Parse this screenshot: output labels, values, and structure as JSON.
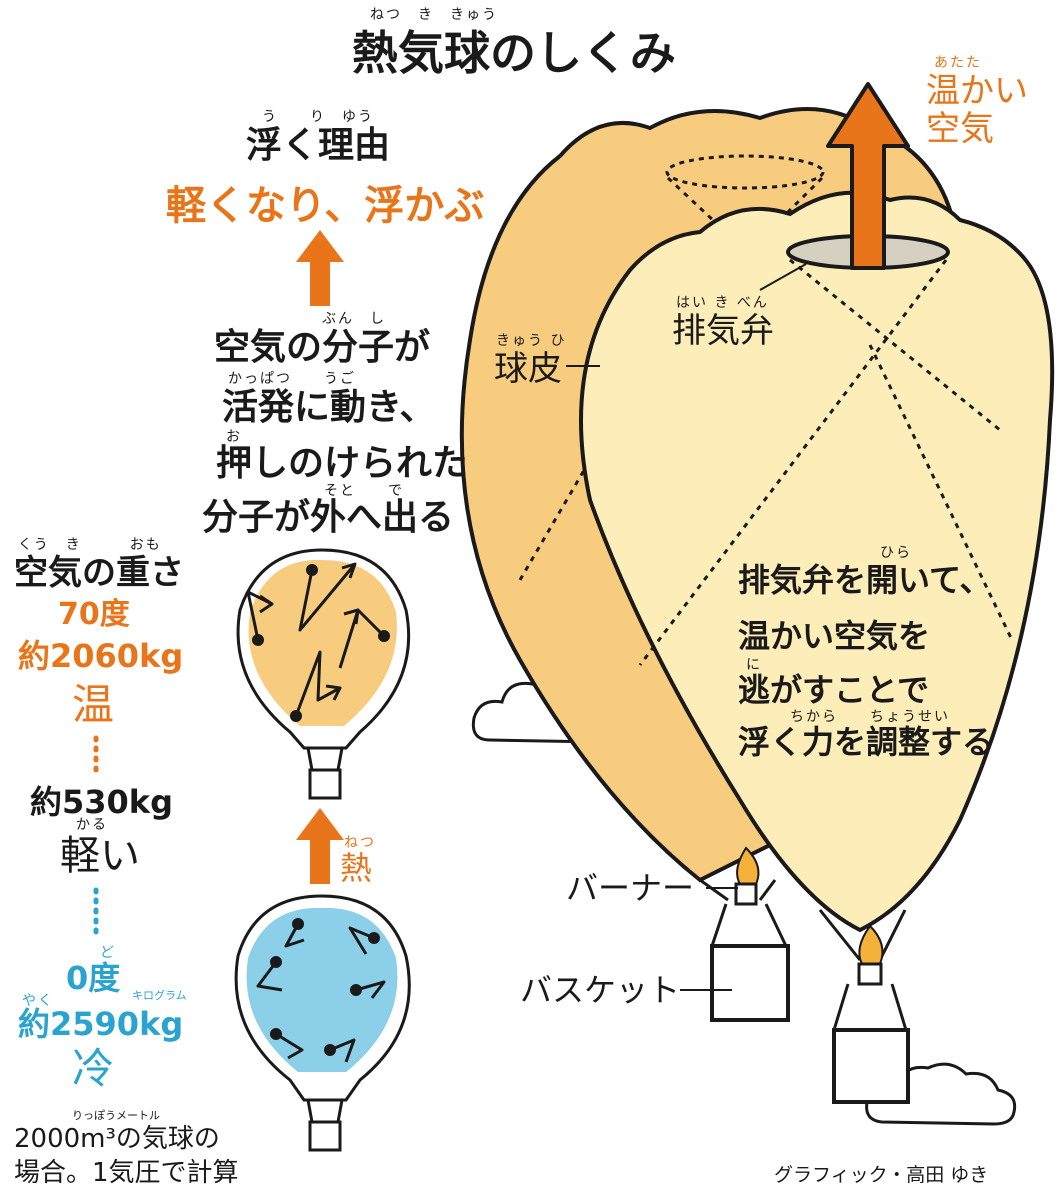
{
  "title": {
    "ruby": "ねつ　き　きゅう",
    "text": "熱気球のしくみ"
  },
  "warm_air": {
    "ruby": "あたた",
    "line1": "温かい",
    "line2": "空気"
  },
  "reason": {
    "ruby": "う　　り　ゆう",
    "heading": "浮く理由",
    "result": "軽くなり、浮かぶ"
  },
  "molecule": {
    "ruby1": "ぶん　し",
    "line1": "空気の分子が",
    "ruby2": "かっぱつ　　うご",
    "line2": "活発に動き、",
    "ruby3": "お",
    "line3": "押しのけられた",
    "ruby4": "そと　　で",
    "line4": "分子が外へ出る"
  },
  "weight": {
    "ruby": "くう　き　　　おも",
    "heading": "空気の重さ",
    "hot_temp": "70度",
    "hot_weight": "約2060kg",
    "hot_label": "温",
    "diff": "約530kg",
    "light_ruby": "かる",
    "light_label": "軽い",
    "cold_ruby": "ど",
    "cold_temp": "0度",
    "kg_ruby": "キログラム",
    "cold_ruby_yaku": "やく",
    "cold_weight": "約2590kg",
    "cold_label": "冷"
  },
  "heat": {
    "ruby": "ねつ",
    "label": "熱"
  },
  "parts": {
    "envelope_ruby": "きゅう ひ",
    "envelope": "球皮",
    "valve_ruby": "はい き べん",
    "valve": "排気弁",
    "burner": "バーナー",
    "basket": "バスケット"
  },
  "valve_note": {
    "ruby1": "ひら",
    "line1": "排気弁を開いて、",
    "line2": "温かい空気を",
    "ruby3": "に",
    "line3": "逃がすことで",
    "ruby4": "ちから　　ちょうせい",
    "line4": "浮く力を調整する"
  },
  "footnote": {
    "ruby": "りっぽうメートル",
    "line1": "2000m³の気球の",
    "line2": "場合。1気圧で計算"
  },
  "credit": "グラフィック・高田 ゆき",
  "colors": {
    "orange": "#e8751a",
    "blue": "#2aa4cf",
    "envelope_back": "#f8cc7e",
    "envelope_front": "#fdedb8",
    "cold_fill": "#8ccfe8",
    "flame": "#f4b23a"
  }
}
